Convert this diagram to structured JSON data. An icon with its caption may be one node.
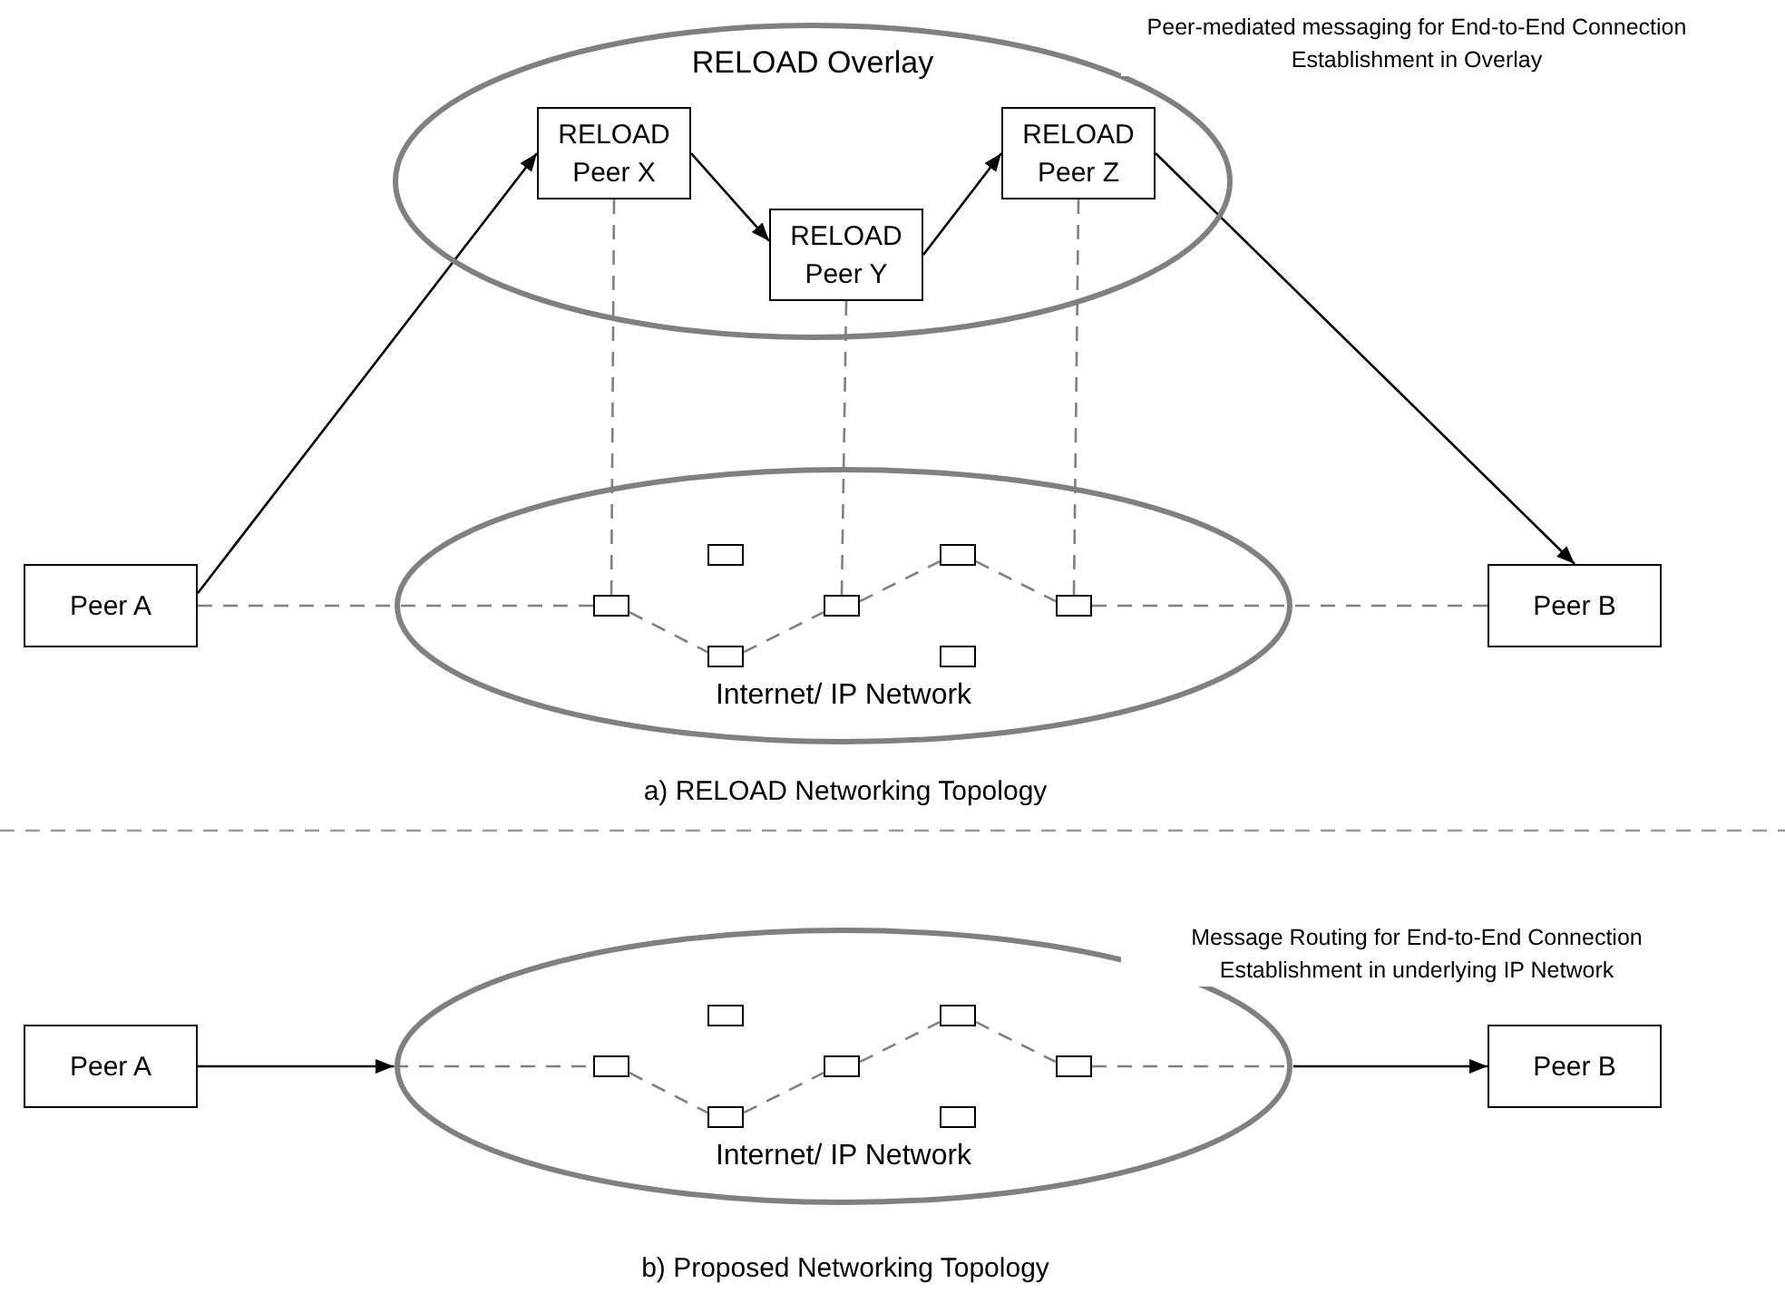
{
  "diagram": {
    "nodes": [
      {
        "text": [
          "RELOAD Overlay"
        ]
      },
      {
        "text": [
          "RELOAD Peer X"
        ],
        "in": 0
      },
      {
        "text": [
          "RELOAD Peer Y"
        ],
        "in": 0
      },
      {
        "text": [
          "RELOAD Peer Z"
        ],
        "in": 0
      },
      {
        "text": [
          "Peer A"
        ]
      },
      {
        "text": [
          "Internet/ IP Network"
        ]
      },
      {
        "text": [],
        "shape": "box",
        "in": 5
      },
      {
        "text": [],
        "shape": "box",
        "in": 5
      },
      {
        "text": [],
        "shape": "box",
        "in": 5
      },
      {
        "text": [],
        "shape": "box",
        "in": 5
      },
      {
        "text": [],
        "shape": "box",
        "in": 5
      },
      {
        "text": [],
        "shape": "box",
        "in": 5
      },
      {
        "text": [],
        "shape": "box",
        "in": 5
      },
      {
        "text": [
          "Peer B"
        ]
      },
      {
        "text": [
          "Peer A"
        ]
      },
      {
        "text": [
          "Internet/ IP Network"
        ]
      },
      {
        "text": [],
        "shape": "box",
        "in": 15
      },
      {
        "text": [],
        "shape": "box",
        "in": 15
      },
      {
        "text": [],
        "shape": "box",
        "in": 15
      },
      {
        "text": [],
        "shape": "box",
        "in": 15
      },
      {
        "text": [],
        "shape": "box",
        "in": 15
      },
      {
        "text": [],
        "shape": "box",
        "in": 15
      },
      {
        "text": [],
        "shape": "box",
        "in": 15
      },
      {
        "text": [
          "Peer B"
        ]
      }
    ],
    "edges": [
      {
        "from": 4,
        "to": 1,
        "arrow": "to",
        "color": "#000000"
      },
      {
        "from": 1,
        "to": 2,
        "arrow": "to",
        "color": "#000000"
      },
      {
        "from": 2,
        "to": 3,
        "arrow": "to",
        "color": "#000000"
      },
      {
        "from": 3,
        "to": 13,
        "arrow": "to",
        "color": "#000000"
      },
      {
        "from": 4,
        "to": 6,
        "arrow": "none",
        "style": "dashed"
      },
      {
        "from": 6,
        "to": 8,
        "arrow": "none",
        "style": "dashed"
      },
      {
        "from": 8,
        "to": 9,
        "arrow": "none",
        "style": "dashed"
      },
      {
        "from": 9,
        "to": 10,
        "arrow": "none",
        "style": "dashed"
      },
      {
        "from": 10,
        "to": 12,
        "arrow": "none",
        "style": "dashed"
      },
      {
        "from": 12,
        "to": 13,
        "arrow": "none",
        "style": "dashed"
      },
      {
        "from": 1,
        "to": 6,
        "arrow": "none",
        "style": "dashed"
      },
      {
        "from": 2,
        "to": 9,
        "arrow": "none",
        "style": "dashed"
      },
      {
        "from": 3,
        "to": 12,
        "arrow": "none",
        "style": "dashed"
      },
      {
        "from": 14,
        "to": 15,
        "arrow": "to",
        "color": "#000000"
      },
      {
        "from": 15,
        "to": 16,
        "arrow": "none",
        "style": "dashed"
      },
      {
        "from": 16,
        "to": 18,
        "arrow": "none",
        "style": "dashed"
      },
      {
        "from": 18,
        "to": 19,
        "arrow": "none",
        "style": "dashed"
      },
      {
        "from": 19,
        "to": 20,
        "arrow": "none",
        "style": "dashed"
      },
      {
        "from": 20,
        "to": 22,
        "arrow": "none",
        "style": "dashed"
      },
      {
        "from": 22,
        "to": 15,
        "arrow": "none",
        "style": "dashed"
      },
      {
        "from": 15,
        "to": 23,
        "arrow": "to",
        "color": "#000000"
      }
    ],
    "labels": [
      "Peer-mediated messaging for End-to-End Connection Establishment in Overlay",
      "a) RELOAD Networking Topology",
      "Message Routing for End-to-End Connection Establishment in underlying IP Network",
      "b) Proposed Networking Topology"
    ]
  }
}
